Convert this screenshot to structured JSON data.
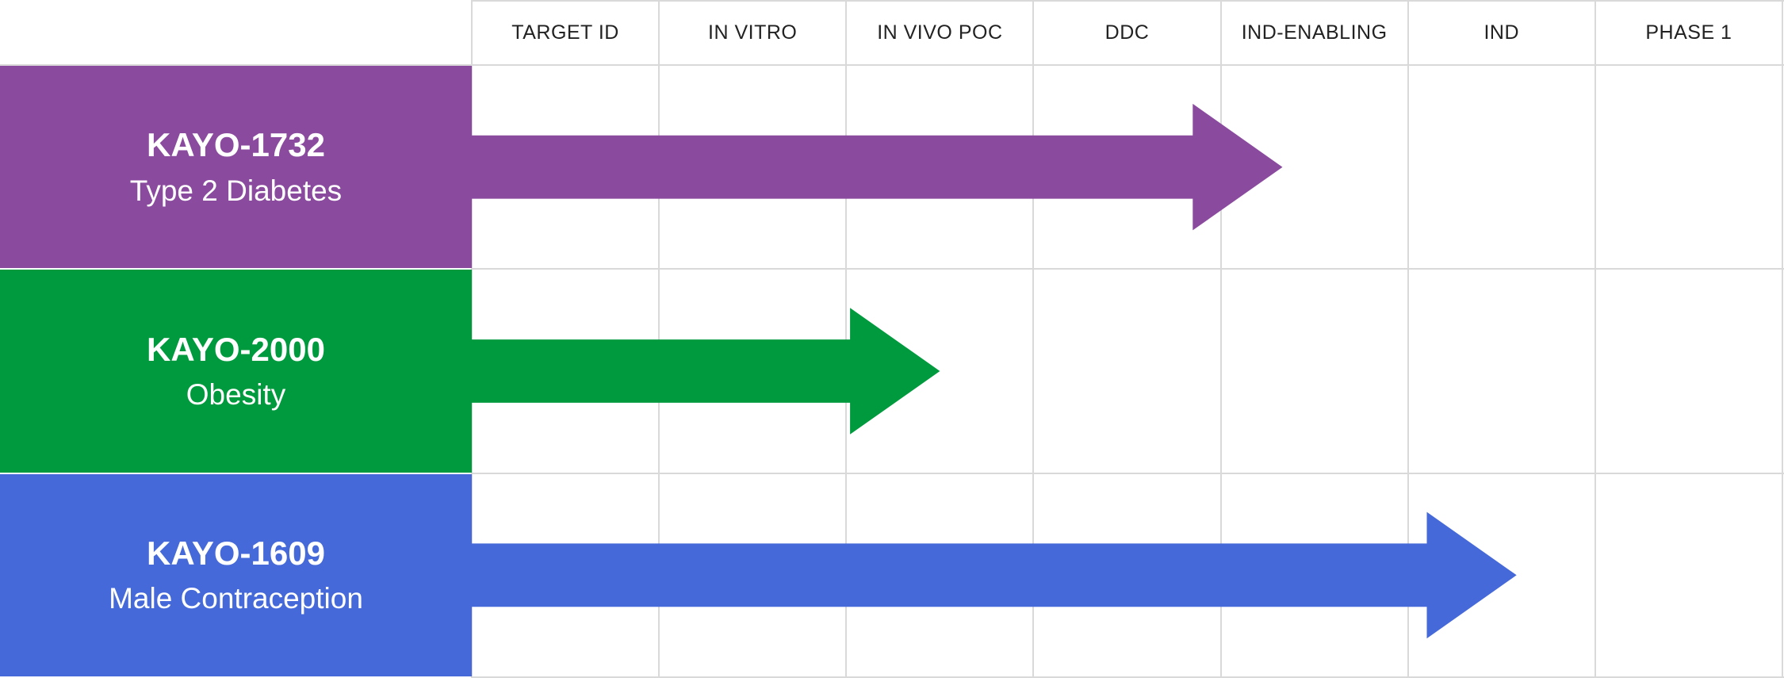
{
  "stages": [
    "TARGET ID",
    "IN VITRO",
    "IN VIVO POC",
    "DDC",
    "IND-ENABLING",
    "IND",
    "PHASE 1"
  ],
  "programs": [
    {
      "id": "KAYO-1732",
      "indication": "Type 2 Diabetes",
      "color": "#8a4a9e",
      "stage_reached": "IND-ENABLING",
      "progress_stages": 4.33
    },
    {
      "id": "KAYO-2000",
      "indication": "Obesity",
      "color": "#009a3e",
      "stage_reached": "IN VIVO POC",
      "progress_stages": 2.5
    },
    {
      "id": "KAYO-1609",
      "indication": "Male Contraception",
      "color": "#4569d8",
      "stage_reached": "IND",
      "progress_stages": 5.58
    }
  ]
}
